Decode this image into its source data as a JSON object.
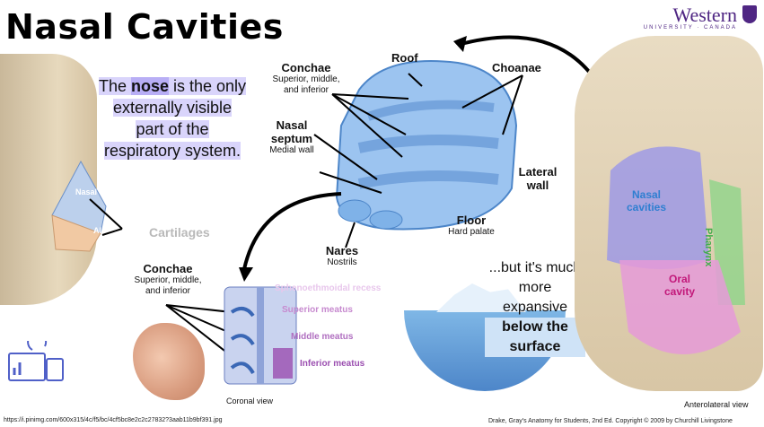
{
  "header": {
    "title": "Nasal Cavities",
    "logo_word": "Western",
    "logo_sub": "UNIVERSITY · CANADA"
  },
  "intro": {
    "part1": "The ",
    "highlight": "nose",
    "part2": " is the only externally visible part of the respiratory system."
  },
  "nose_labels": {
    "nasal": "Nasal",
    "alar": "Alar",
    "cartilages": "Cartilages"
  },
  "center_labels": {
    "conchae": "Conchae",
    "conchae_sub": "Superior, middle, and inferior",
    "roof": "Roof",
    "choanae": "Choanae",
    "septum": "Nasal septum",
    "septum_sub": "Medial wall",
    "lateral": "Lateral wall",
    "floor": "Floor",
    "floor_sub": "Hard palate",
    "nares": "Nares",
    "nares_sub": "Nostrils"
  },
  "coronal": {
    "conchae": "Conchae",
    "conchae_sub": "Superior, middle, and inferior",
    "recess": "Sphenoethmoidal recess",
    "superior": "Superior meatus",
    "middle": "Middle meatus",
    "inferior": "Inferior meatus",
    "caption": "Coronal view"
  },
  "below": {
    "line1": "...but it's much more expansive",
    "bold1": "below the",
    "bold2": "surface"
  },
  "right_labels": {
    "nasal_cavities": "Nasal cavities",
    "pharynx": "Pharynx",
    "oral_cavity": "Oral cavity",
    "view": "Anterolateral view"
  },
  "footer": {
    "source_url": "https://i.pinimg.com/600x315/4c/f5/bc/4cf5bc8e2c2c27832?3aab11b9bf391.jpg",
    "citation": "Drake, Gray's Anatomy for Students, 2nd Ed. Copyright © 2009 by Churchill Livingstone"
  },
  "colors": {
    "accent_purple": "#4f2683",
    "highlight": "#b8aef5",
    "nasal_blue": "#2f7fd1",
    "pharynx_green": "#3fae4a",
    "oral_magenta": "#c2187a",
    "meatus_violet": "#b06fc0"
  }
}
